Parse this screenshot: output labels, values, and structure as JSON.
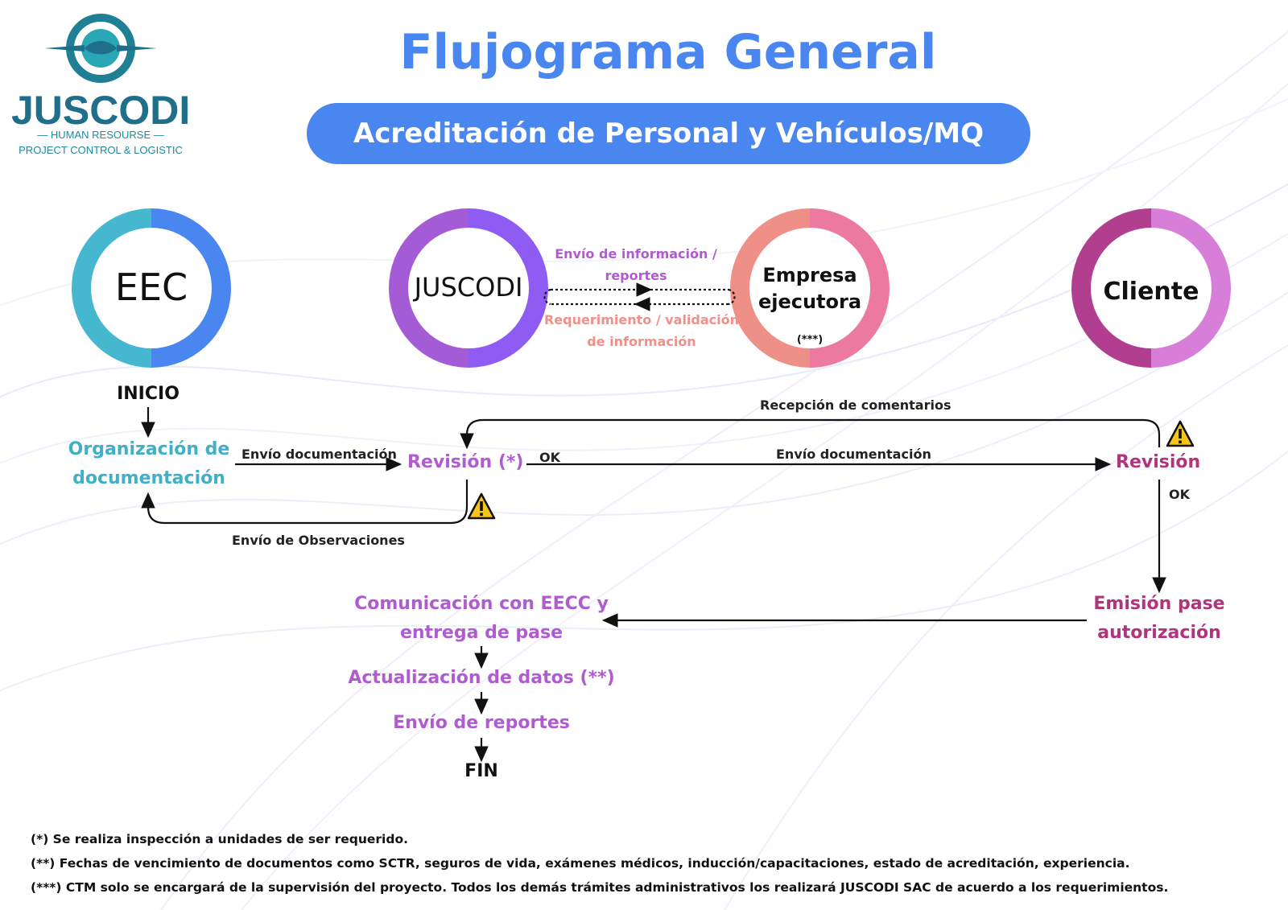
{
  "logo": {
    "name": "JUSCODI",
    "line1": "HUMAN RESOURSE",
    "line2": "PROJECT CONTROL & LOGISTIC"
  },
  "title": "Flujograma General",
  "subtitle": "Acreditación de Personal y Vehículos/MQ",
  "actors": {
    "eec": "EEC",
    "juscodi": "JUSCODI",
    "empresa": "Empresa ejecutora",
    "empresa_note": "(***)",
    "cliente": "Cliente"
  },
  "exchange": {
    "top": "Envío de información / reportes",
    "bottom": "Requerimiento / validación de información"
  },
  "flow": {
    "inicio": "INICIO",
    "organizacion": "Organización de documentación",
    "envio_doc_1": "Envío documentación",
    "revision_1": "Revisión (*)",
    "ok_1": "OK",
    "envio_doc_2": "Envío documentación",
    "revision_2": "Revisión",
    "ok_2": "OK",
    "recepcion": "Recepción de comentarios",
    "observaciones": "Envío de Observaciones",
    "emision": "Emisión pase autorización",
    "comunicacion": "Comunicación con EECC y entrega de pase",
    "actualizacion": "Actualización de datos (**)",
    "reportes": "Envío de reportes",
    "fin": "FIN"
  },
  "notes": [
    "(*) Se realiza inspección a unidades de ser requerido.",
    "(**) Fechas de vencimiento de documentos como SCTR, seguros de vida, exámenes médicos, inducción/capacitaciones, estado de acreditación, experiencia.",
    "(***) CTM solo se encargará de la supervisión del proyecto. Todos los demás trámites administrativos los realizará JUSCODI SAC de acuerdo a los requerimientos."
  ],
  "colors": {
    "title_blue": "#4a86f0",
    "eec_ring": [
      "#45b7cf",
      "#4a86f0"
    ],
    "juscodi_ring": [
      "#a35cd6",
      "#8e5cf2"
    ],
    "empresa_ring": [
      "#ef9088",
      "#ec7aa0"
    ],
    "cliente_ring": [
      "#b13e8e",
      "#d77ed8"
    ],
    "teal_text": "#3fb0c8",
    "violet_text": "#b05bd0",
    "magenta_text": "#b0337e"
  }
}
